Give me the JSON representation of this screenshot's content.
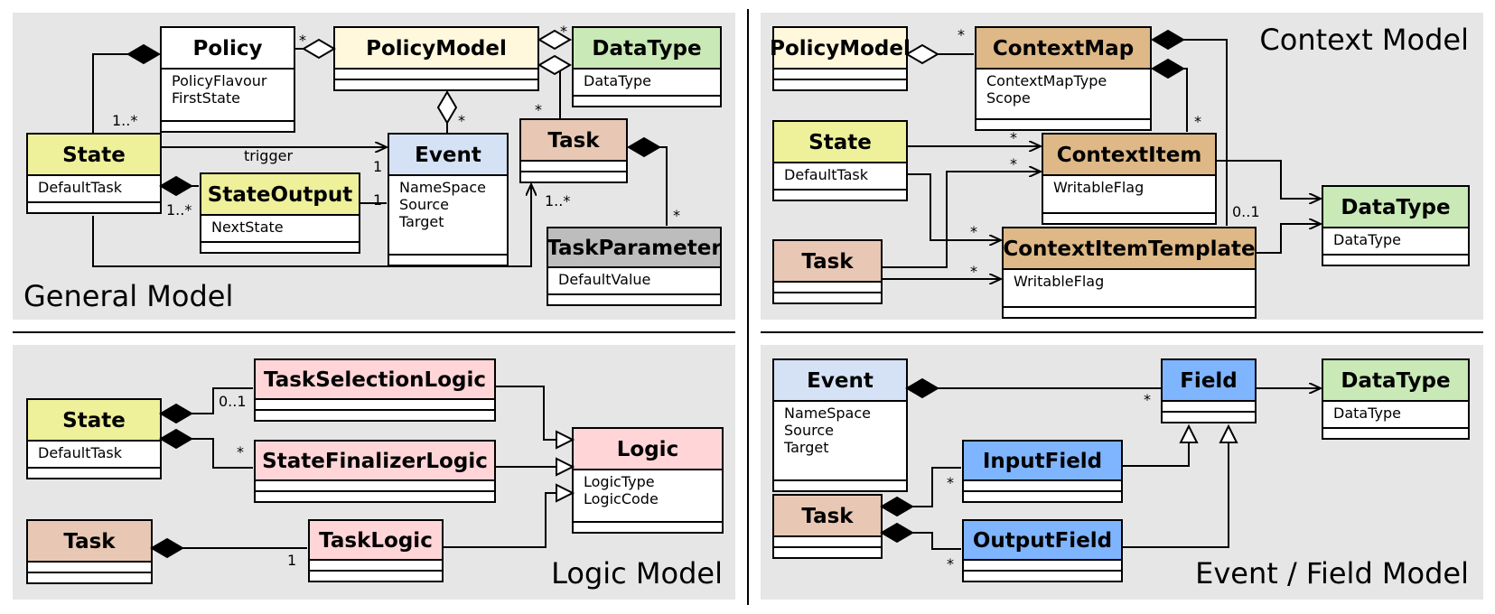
{
  "panels": {
    "general": "General Model",
    "context": "Context Model",
    "logic": "Logic Model",
    "eventfield": "Event / Field Model"
  },
  "colors": {
    "panel_bg": "#e6e6e6",
    "policy": "#ffffff",
    "policymodel": "#fff8dc",
    "datatype": "#c9e9b6",
    "state": "#eef09a",
    "event": "#d5e2f5",
    "task": "#e8c8b4",
    "taskparameter": "#bdbdbd",
    "context": "#deb887",
    "logic": "#ffd5d8",
    "field": "#7fb4ff"
  },
  "boxes": {
    "g_policy": {
      "title": "Policy",
      "attrs": [
        "PolicyFlavour",
        "FirstState"
      ]
    },
    "g_policymodel": {
      "title": "PolicyModel",
      "attrs": []
    },
    "g_datatype": {
      "title": "DataType",
      "attrs": [
        "DataType"
      ]
    },
    "g_state": {
      "title": "State",
      "attrs": [
        "DefaultTask"
      ]
    },
    "g_stateoutput": {
      "title": "StateOutput",
      "attrs": [
        "NextState"
      ]
    },
    "g_event": {
      "title": "Event",
      "attrs": [
        "NameSpace",
        "Source",
        "Target"
      ]
    },
    "g_task": {
      "title": "Task",
      "attrs": []
    },
    "g_taskparameter": {
      "title": "TaskParameter",
      "attrs": [
        "DefaultValue"
      ]
    },
    "c_policymodel": {
      "title": "PolicyModel",
      "attrs": []
    },
    "c_contextmap": {
      "title": "ContextMap",
      "attrs": [
        "ContextMapType",
        "Scope"
      ]
    },
    "c_state": {
      "title": "State",
      "attrs": [
        "DefaultTask"
      ]
    },
    "c_contextitem": {
      "title": "ContextItem",
      "attrs": [
        "WritableFlag"
      ]
    },
    "c_task": {
      "title": "Task",
      "attrs": []
    },
    "c_contextitemtemplate": {
      "title": "ContextItemTemplate",
      "attrs": [
        "WritableFlag"
      ]
    },
    "c_datatype": {
      "title": "DataType",
      "attrs": [
        "DataType"
      ]
    },
    "l_tasksel": {
      "title": "TaskSelectionLogic",
      "attrs": []
    },
    "l_state": {
      "title": "State",
      "attrs": [
        "DefaultTask"
      ]
    },
    "l_statefin": {
      "title": "StateFinalizerLogic",
      "attrs": []
    },
    "l_logic": {
      "title": "Logic",
      "attrs": [
        "LogicType",
        "LogicCode"
      ]
    },
    "l_task": {
      "title": "Task",
      "attrs": []
    },
    "l_tasklogic": {
      "title": "TaskLogic",
      "attrs": []
    },
    "e_event": {
      "title": "Event",
      "attrs": [
        "NameSpace",
        "Source",
        "Target"
      ]
    },
    "e_field": {
      "title": "Field",
      "attrs": []
    },
    "e_datatype": {
      "title": "DataType",
      "attrs": [
        "DataType"
      ]
    },
    "e_inputfield": {
      "title": "InputField",
      "attrs": []
    },
    "e_task": {
      "title": "Task",
      "attrs": []
    },
    "e_outputfield": {
      "title": "OutputField",
      "attrs": []
    }
  },
  "labels": {
    "g_policy_policymodel_mult": "*",
    "g_policymodel_datatype_mult": "*",
    "g_policy_state_mult": "1..*",
    "g_trigger": "trigger",
    "g_policymodel_event_mult": "*",
    "g_policymodel_task_mult": "*",
    "g_stateoutput_mult": "1..*",
    "g_trigger_event_mult": "1",
    "g_stateoutput_event_mult": "1",
    "g_task_state_mult": "1..*",
    "g_task_param_mult": "*",
    "c_policymodel_contextmap_mult": "*",
    "c_contextmap_item_mult": "*",
    "c_state_item_mult": "*",
    "c_task_item_mult": "*",
    "c_state_template_mult": "*",
    "c_task_template_mult": "*",
    "c_template_map_mult": "0..1",
    "l_tasksel_mult": "0..1",
    "l_statefin_mult": "*",
    "l_tasklogic_mult": "1",
    "e_field_mult": "*",
    "e_input_mult": "*",
    "e_output_mult": "*"
  }
}
